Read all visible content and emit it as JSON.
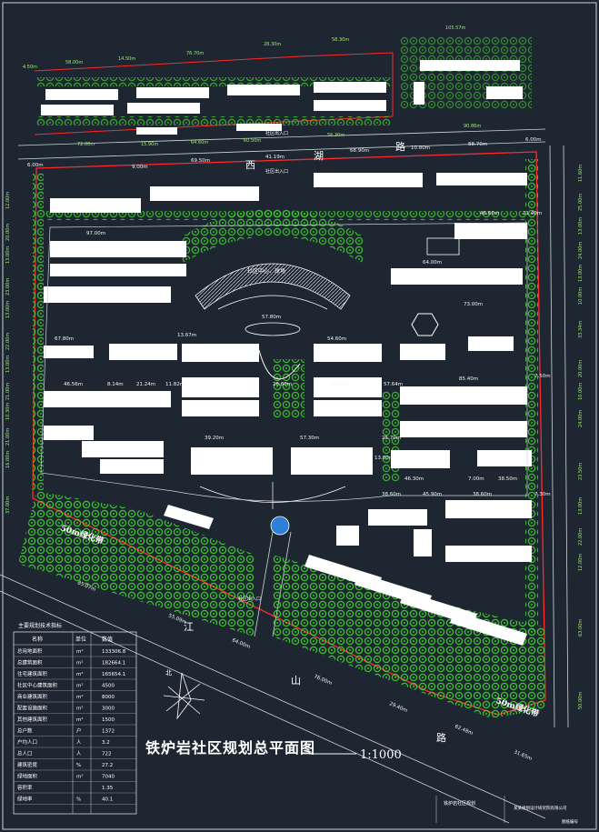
{
  "title": "铁炉岩社区规划总平面图",
  "scale": "1:1000",
  "roads": {
    "top_left": "西",
    "top_mid": "湖",
    "top_right": "路",
    "bottom_a": "江",
    "bottom_b": "山",
    "bottom_c": "路"
  },
  "green_belts": [
    "50m绿化带",
    "50m绿化带"
  ],
  "center_label": "社区中心、球场",
  "entrances": [
    "社区出入口",
    "社区出入口",
    "社区出入口"
  ],
  "dimensions": {
    "top": [
      "4.50m",
      "58.00m",
      "14.50m",
      "76.70m",
      "28.30m",
      "58.30m",
      "105.57m",
      "72.00m",
      "15.90m",
      "64.60m",
      "60.50m",
      "56.30m",
      "90.86m"
    ],
    "road": [
      "6.00m",
      "9.00m",
      "69.50m",
      "41.19m",
      "68.90m",
      "10.80m",
      "88.70m",
      "6.00m"
    ],
    "interior": [
      "97.00m",
      "48.60m",
      "11.40m",
      "64.00m",
      "73.00m",
      "57.80m",
      "67.80m",
      "54.60m",
      "46.56m",
      "85.40m",
      "8.14m",
      "21.24m",
      "11.82m",
      "26.80m",
      "56.80m",
      "13.67m",
      "57.64m",
      "7.50m",
      "46.30m",
      "7.00m",
      "38.50m",
      "45.90m",
      "57.30m",
      "25.70m",
      "39.20m",
      "38.60m",
      "13.00m",
      "7.30m",
      "38.60m"
    ],
    "left": [
      "12.00m",
      "20.00m",
      "13.00m",
      "23.00m",
      "13.00m",
      "22.00m",
      "13.00m",
      "21.00m",
      "10.30m",
      "21.00m",
      "16.00m",
      "37.00m"
    ],
    "right": [
      "11.60m",
      "25.00m",
      "13.00m",
      "24.00m",
      "13.00m",
      "10.00m",
      "33.34m",
      "20.00m",
      "10.00m",
      "24.00m",
      "23.50m",
      "13.00m",
      "22.00m",
      "12.00m",
      "63.00m"
    ],
    "bottom": [
      "85.07m",
      "55.09m",
      "64.00m",
      "76.00m",
      "29.40m",
      "62.48m",
      "31.65m",
      "50.00m"
    ]
  },
  "indicator_table": {
    "title": "主要规划技术指标",
    "headers": [
      "名称",
      "单位",
      "数值"
    ],
    "rows": [
      [
        "总用地面积",
        "m²",
        "133306.8"
      ],
      [
        "总建筑面积",
        "m²",
        "182664.1"
      ],
      [
        "住宅建筑面积",
        "m²",
        "165654.1"
      ],
      [
        "社区中心建筑面积",
        "m²",
        "4500"
      ],
      [
        "商业建筑面积",
        "m²",
        "8000"
      ],
      [
        "配套设施面积",
        "m²",
        "3000"
      ],
      [
        "其他建筑面积",
        "m²",
        "1500"
      ],
      [
        "总户数",
        "户",
        "1372"
      ],
      [
        "户均人口",
        "人",
        "3.2"
      ],
      [
        "总人口",
        "人",
        "722"
      ],
      [
        "建筑密度",
        "%",
        "27.2"
      ],
      [
        "绿地面积",
        "m²",
        "7040"
      ],
      [
        "容积率",
        "",
        "1.35"
      ],
      [
        "绿地率",
        "%",
        "40.1"
      ]
    ]
  },
  "footer_notes": [
    "铁炉岩社区规划",
    "某某规划设计研究院有限公司"
  ],
  "corner_tag": "图纸编号",
  "colors": {
    "background": "#1e2632",
    "building": "#ffffff",
    "tree": "#3fdc2a",
    "boundary": "#ff2b2b",
    "dimension": "#9ef06a"
  }
}
